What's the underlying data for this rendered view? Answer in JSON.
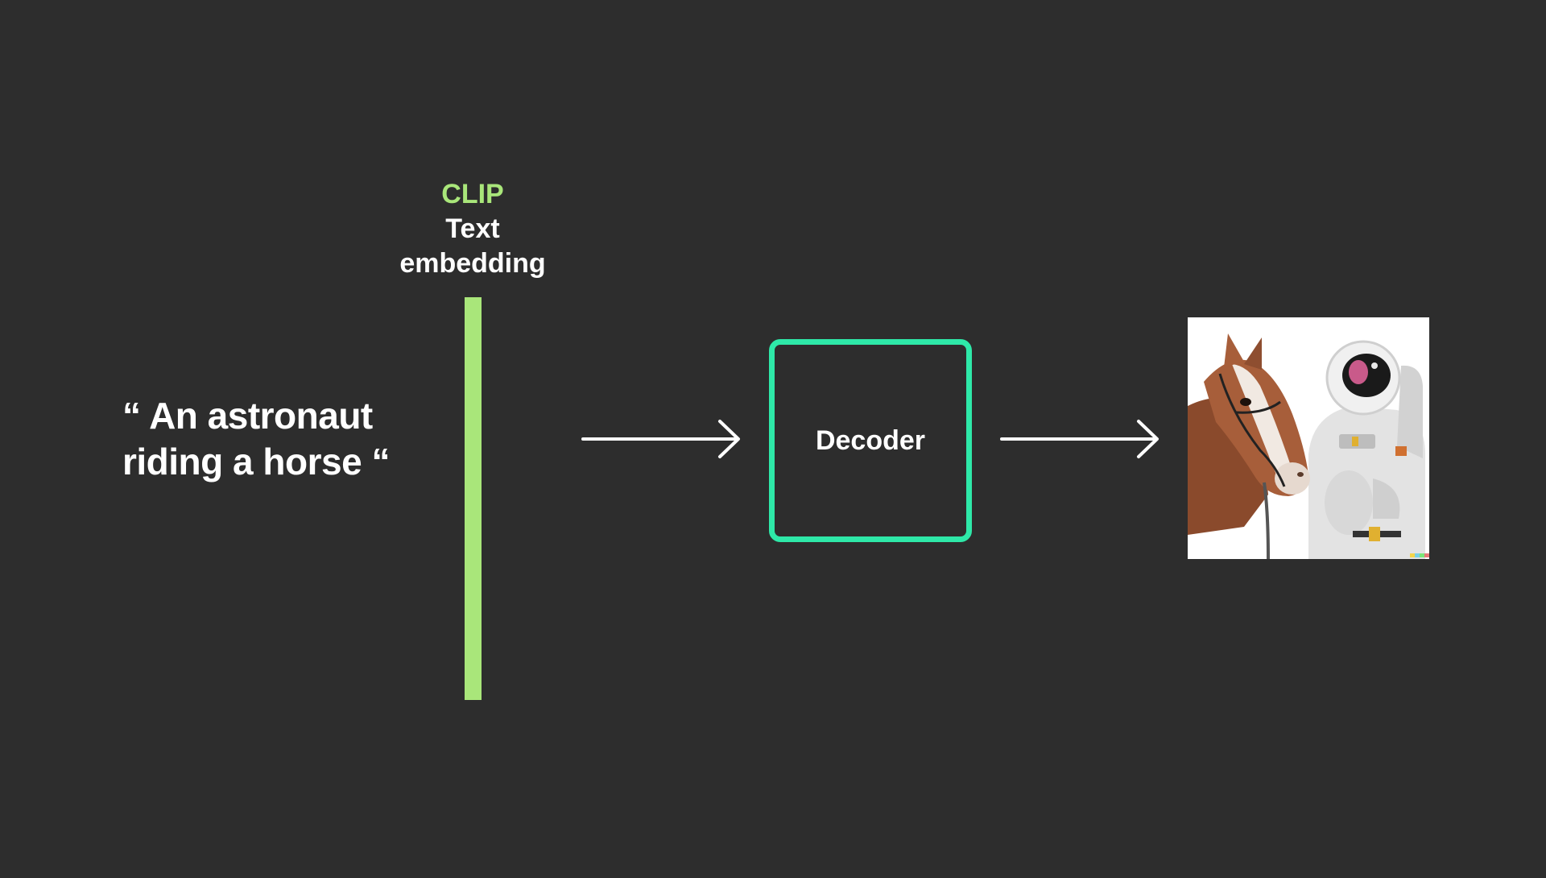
{
  "prompt": {
    "line1": "“ An astronaut",
    "line2": "riding a horse “"
  },
  "clip": {
    "title": "CLIP",
    "line1": "Text",
    "line2": "embedding"
  },
  "decoder": {
    "label": "Decoder"
  },
  "output_image": {
    "subject": "horse-and-astronaut-image"
  },
  "colors": {
    "background": "#2d2d2d",
    "clip_green": "#a9e67a",
    "decoder_border": "#2ee8a8",
    "text": "#ffffff"
  }
}
